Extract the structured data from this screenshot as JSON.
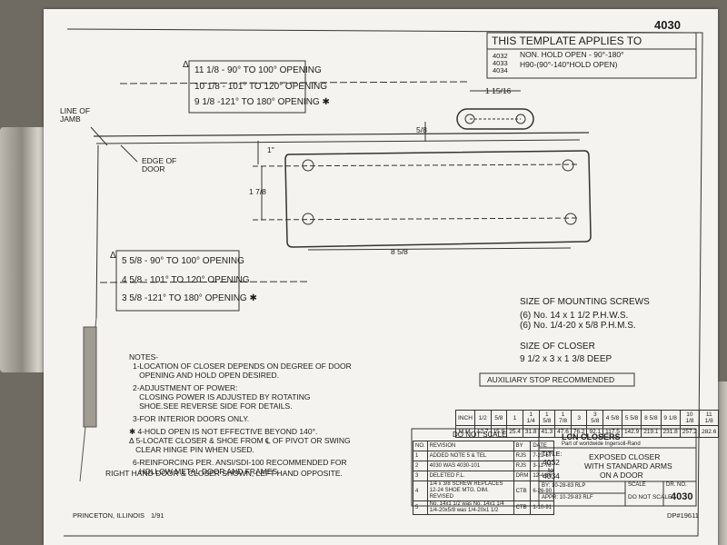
{
  "sheet": {
    "sheet_number": "4030",
    "template_title": "THIS TEMPLATE APPLIES TO",
    "applies": {
      "models": [
        "4032",
        "4033",
        "4034"
      ],
      "line1": "NON. HOLD OPEN - 90°-180°",
      "line2": "H90-(90°-140°HOLD OPEN)"
    },
    "top_openings": [
      {
        "size": "11 1/8",
        "label": "- 90° TO 100° OPENING"
      },
      {
        "size": "10 1/8",
        "label": "- 101° TO 120° OPENING"
      },
      {
        "size": "9 1/8",
        "label": "-121° TO 180° OPENING ✱"
      }
    ],
    "bottom_openings": [
      {
        "size": "5 5/8",
        "label": "- 90° TO 100° OPENING"
      },
      {
        "size": "4 5/8",
        "label": "- 101° TO 120° OPENING"
      },
      {
        "size": "3 5/8",
        "label": "-121° TO 180° OPENING ✱"
      }
    ],
    "triangle": "Δ",
    "line_of_jamb": "LINE OF JAMB",
    "edge_of_door": "EDGE OF DOOR",
    "dim_1_15_16": "1 15/16",
    "dim_5_8": "5/8",
    "dim_1": "1\"",
    "dim_1_7_8": "1 7/8",
    "dim_8_5_8": "8 5/8",
    "screws_title": "SIZE OF MOUNTING SCREWS",
    "screws": [
      "(6) No. 14 x 1 1/2 P.H.W.S.",
      "(6) No. 1/4-20 x 5/8 P.H.M.S."
    ],
    "closer_title": "SIZE OF CLOSER",
    "closer_size": "9 1/2 x 3 x 1 3/8 DEEP",
    "aux_stop": "AUXILIARY STOP RECOMMENDED",
    "notes_title": "NOTES-",
    "notes": [
      "1-LOCATION OF CLOSER DEPENDS ON DEGREE OF DOOR",
      "   OPENING AND HOLD OPEN DESIRED.",
      "2-ADJUSTMENT OF POWER:",
      "   CLOSING POWER IS ADJUSTED BY ROTATING",
      "   SHOE.SEE REVERSE SIDE FOR DETAILS.",
      "3-FOR INTERIOR DOORS ONLY.",
      "✱ 4-HOLD OPEN IS NOT EFFECTIVE BEYOND 140°.",
      "Δ 5-LOCATE CLOSER & SHOE FROM ℄ OF PIVOT OR SWING",
      "   CLEAR HINGE PIN WHEN USED.",
      "6-REINFORCING PER. ANSI/SDI-100 RECOMMENDED FOR",
      "   HOLLOW METAL DOOR AND FRAMES."
    ],
    "hand_note": "RIGHT HAND DOOR & CLOSER SHOWN, LEFT HAND OPPOSITE.",
    "inch_row": [
      "INCH",
      "1/2",
      "5/8",
      "1",
      "1 1/4",
      "1 5/8",
      "1 7/8",
      "3",
      "3 5/8",
      "4 5/8",
      "5 5/8",
      "8 5/8",
      "9 1/8",
      "10 1/8",
      "11 1/8"
    ],
    "mm_row": [
      "M.M.",
      "12.7",
      "15.9",
      "25.4",
      "31.8",
      "41.3",
      "47.6",
      "76.2",
      "92.1",
      "117.5",
      "142.9",
      "219.1",
      "231.8",
      "257.2",
      "282.6"
    ],
    "do_not_scale": "DO NOT SCALE",
    "rev_header": [
      "NO.",
      "REVISION",
      "BY",
      "DATE"
    ],
    "revisions": [
      [
        "1",
        "ADDED NOTE 5 & TEL",
        "RJS",
        "7-21-67"
      ],
      [
        "2",
        "4030 WAS 4030-101",
        "RJS",
        "3-11-78"
      ],
      [
        "3",
        "DELETED F.L.",
        "DRM",
        "12-4-86"
      ],
      [
        "4",
        "1/4 x 3/8 SCREW REPLACES 12-24 SHOE MTG. DIM. REVISED",
        "CTB",
        "6-26-90"
      ],
      [
        "5",
        "No. 14x1 1/2 was No. 14x1 1/4 1/4-20x5/8 was 1/4-20x1 1/2",
        "CTB",
        "1-10-91"
      ]
    ],
    "brand": "LCN CLOSERS",
    "brand_sub": "Part of worldwide Ingersoll-Rand",
    "title_label": "TITLE:",
    "title_range_from": "4032",
    "title_range_to": "to",
    "title_range_end": "4034",
    "title_text": [
      "EXPOSED CLOSER",
      "WITH STANDARD ARMS",
      "ON A DOOR"
    ],
    "by_line": "BY: 10-28-83 RLP",
    "appr_line": "APPR: 10-29-83 RLF",
    "scale_label": "SCALE",
    "scale_value": "DO NOT SCALE",
    "dr_no": "DR. NO.",
    "dr_value": "4030",
    "footer_left": "PRINCETON, ILLINOIS",
    "footer_date": "1/91",
    "footer_right": "DP#19611"
  }
}
